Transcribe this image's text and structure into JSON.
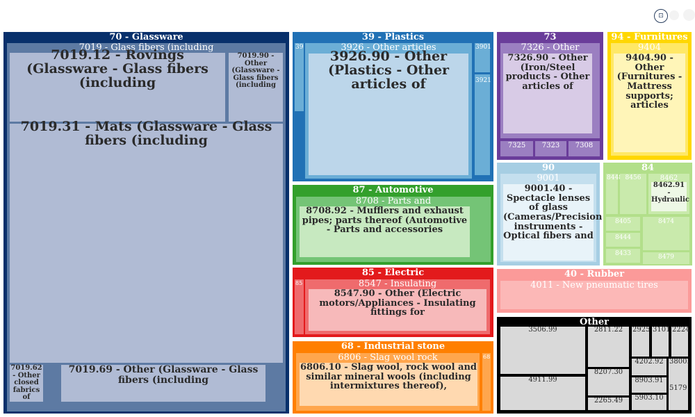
{
  "toolbar": {
    "mode_icon_label": "⊡"
  },
  "chart_data": {
    "type": "treemap",
    "title": "",
    "nodes": [
      {
        "id": "g70",
        "label": "70 - Glassware",
        "color": "#08306b",
        "text": "#ffffff"
      },
      {
        "id": "g7019",
        "label": "7019 - Glass fibers (including",
        "color": "#5d7aa3",
        "text": "#ffffff"
      },
      {
        "id": "g701912",
        "label": "7019.12 - Rovings (Glassware - Glass fibers (including",
        "color": "#b0bbd4",
        "text": "#2a2a2a"
      },
      {
        "id": "g701990",
        "label": "7019.90 - Other (Glassware - Glass fibers (including",
        "color": "#b0bbd4",
        "text": "#2a2a2a"
      },
      {
        "id": "g701931",
        "label": "7019.31 - Mats (Glassware - Glass fibers (including",
        "color": "#b0bbd4",
        "text": "#2a2a2a"
      },
      {
        "id": "g701962",
        "label": "7019.62 - Other closed fabrics of",
        "color": "#b0bbd4",
        "text": "#2a2a2a"
      },
      {
        "id": "g701969",
        "label": "7019.69 - Other (Glassware - Glass fibers (including",
        "color": "#b0bbd4",
        "text": "#2a2a2a"
      },
      {
        "id": "p39",
        "label": "39 - Plastics",
        "color": "#2171b5",
        "text": "#ffffff"
      },
      {
        "id": "p3926",
        "label": "3926 - Other articles",
        "color": "#6baed6",
        "text": "#ffffff"
      },
      {
        "id": "p392690",
        "label": "3926.90 - Other (Plastics - Other articles of",
        "color": "#bcd6ea",
        "text": "#2a2a2a"
      },
      {
        "id": "p39xx",
        "label": "39",
        "color": "#6baed6",
        "text": "#ffffff"
      },
      {
        "id": "p3901",
        "label": "3901",
        "color": "#6baed6",
        "text": "#ffffff"
      },
      {
        "id": "p3921",
        "label": "3921",
        "color": "#6baed6",
        "text": "#ffffff"
      },
      {
        "id": "a87",
        "label": "87 - Automotive",
        "color": "#33a02c",
        "text": "#ffffff"
      },
      {
        "id": "a8708",
        "label": "8708 - Parts and",
        "color": "#74c476",
        "text": "#ffffff"
      },
      {
        "id": "a870892",
        "label": "8708.92 - Mufflers and exhaust pipes; parts thereof (Automotive - Parts and accessories",
        "color": "#c7e9c0",
        "text": "#2a2a2a"
      },
      {
        "id": "e85",
        "label": "85 - Electric",
        "color": "#e31a1c",
        "text": "#ffffff"
      },
      {
        "id": "e8547",
        "label": "8547 - Insulating",
        "color": "#ef6b6d",
        "text": "#ffffff"
      },
      {
        "id": "e854790",
        "label": "8547.90 - Other (Electric motors/Appliances - Insulating fittings for",
        "color": "#f7b9ba",
        "text": "#2a2a2a"
      },
      {
        "id": "e85xx",
        "label": "85",
        "color": "#ef6b6d",
        "text": "#ffffff"
      },
      {
        "id": "s68",
        "label": "68 - Industrial stone",
        "color": "#ff7f00",
        "text": "#ffffff"
      },
      {
        "id": "s6806",
        "label": "6806 - Slag wool rock",
        "color": "#ffa64d",
        "text": "#ffffff"
      },
      {
        "id": "s680610",
        "label": "6806.10 - Slag wool, rock wool and similar mineral wools (including intermixtures thereof),",
        "color": "#ffd9b0",
        "text": "#2a2a2a"
      },
      {
        "id": "s68xx",
        "label": "68",
        "color": "#ffa64d",
        "text": "#ffffff"
      },
      {
        "id": "m73",
        "label": "73",
        "color": "#6a3d9a",
        "text": "#ffffff"
      },
      {
        "id": "m7326",
        "label": "7326 - Other",
        "color": "#9b7fc1",
        "text": "#ffffff"
      },
      {
        "id": "m732690",
        "label": "7326.90 - Other (Iron/Steel products - Other articles of",
        "color": "#d8cbe6",
        "text": "#2a2a2a"
      },
      {
        "id": "m7325",
        "label": "7325",
        "color": "#9b7fc1",
        "text": "#ffffff"
      },
      {
        "id": "m7323",
        "label": "7323",
        "color": "#9b7fc1",
        "text": "#ffffff"
      },
      {
        "id": "m7308",
        "label": "7308",
        "color": "#9b7fc1",
        "text": "#ffffff"
      },
      {
        "id": "f94",
        "label": "94 - Furnitures",
        "color": "#ffd700",
        "text": "#ffffff"
      },
      {
        "id": "f9404",
        "label": "9404",
        "color": "#ffe866",
        "text": "#ffffff"
      },
      {
        "id": "f940490",
        "label": "9404.90 - Other (Furnitures - Mattress supports; articles",
        "color": "#fff5b8",
        "text": "#2a2a2a"
      },
      {
        "id": "o90",
        "label": "90",
        "color": "#a6cee3",
        "text": "#ffffff"
      },
      {
        "id": "o9001",
        "label": "9001",
        "color": "#c4dfee",
        "text": "#ffffff"
      },
      {
        "id": "o900140",
        "label": "9001.40 - Spectacle lenses of glass (Cameras/Precision instruments - Optical fibers and",
        "color": "#e8f3f9",
        "text": "#2a2a2a"
      },
      {
        "id": "n84",
        "label": "84",
        "color": "#b2df8a",
        "text": "#ffffff"
      },
      {
        "id": "n8448",
        "label": "8448",
        "color": "#c9eaac",
        "text": "#ffffff"
      },
      {
        "id": "n8456",
        "label": "8456",
        "color": "#c9eaac",
        "text": "#ffffff"
      },
      {
        "id": "n8462",
        "label": "8462",
        "color": "#c9eaac",
        "text": "#ffffff"
      },
      {
        "id": "n846291",
        "label": "8462.91 - Hydraulic",
        "color": "#eef8e6",
        "text": "#2a2a2a"
      },
      {
        "id": "n8405",
        "label": "8405",
        "color": "#c9eaac",
        "text": "#ffffff"
      },
      {
        "id": "n8474",
        "label": "8474",
        "color": "#c9eaac",
        "text": "#ffffff"
      },
      {
        "id": "n8444",
        "label": "8444",
        "color": "#c9eaac",
        "text": "#ffffff"
      },
      {
        "id": "n8433",
        "label": "8433",
        "color": "#c9eaac",
        "text": "#ffffff"
      },
      {
        "id": "n8479",
        "label": "8479",
        "color": "#c9eaac",
        "text": "#ffffff"
      },
      {
        "id": "r40",
        "label": "40 - Rubber",
        "color": "#fb9a99",
        "text": "#ffffff"
      },
      {
        "id": "r4011",
        "label": "4011 - New pneumatic tires",
        "color": "#fcb8b7",
        "text": "#ffffff"
      },
      {
        "id": "x",
        "label": "Other",
        "color": "#000000",
        "text": "#ffffff"
      },
      {
        "id": "x350699",
        "label": "3506.99",
        "color": "#d9d9d9",
        "text": "#2a2a2a"
      },
      {
        "id": "x281122",
        "label": "2811.22",
        "color": "#d9d9d9",
        "text": "#2a2a2a"
      },
      {
        "id": "x2925",
        "label": "2925",
        "color": "#d9d9d9",
        "text": "#2a2a2a"
      },
      {
        "id": "x3101",
        "label": "3101.",
        "color": "#d9d9d9",
        "text": "#2a2a2a"
      },
      {
        "id": "x2224",
        "label": "2224",
        "color": "#d9d9d9",
        "text": "#2a2a2a"
      },
      {
        "id": "x420292",
        "label": "4202.92",
        "color": "#d9d9d9",
        "text": "#2a2a2a"
      },
      {
        "id": "x3800",
        "label": "3800.",
        "color": "#d9d9d9",
        "text": "#2a2a2a"
      },
      {
        "id": "x820730",
        "label": "8207.30",
        "color": "#d9d9d9",
        "text": "#2a2a2a"
      },
      {
        "id": "x890391",
        "label": "8903.91",
        "color": "#d9d9d9",
        "text": "#2a2a2a"
      },
      {
        "id": "x5179",
        "label": "5179",
        "color": "#d9d9d9",
        "text": "#2a2a2a"
      },
      {
        "id": "x491199",
        "label": "4911.99",
        "color": "#d9d9d9",
        "text": "#2a2a2a"
      },
      {
        "id": "x226549",
        "label": "2265.49",
        "color": "#d9d9d9",
        "text": "#2a2a2a"
      },
      {
        "id": "x590310",
        "label": "5903.10",
        "color": "#d9d9d9",
        "text": "#2a2a2a"
      }
    ]
  }
}
